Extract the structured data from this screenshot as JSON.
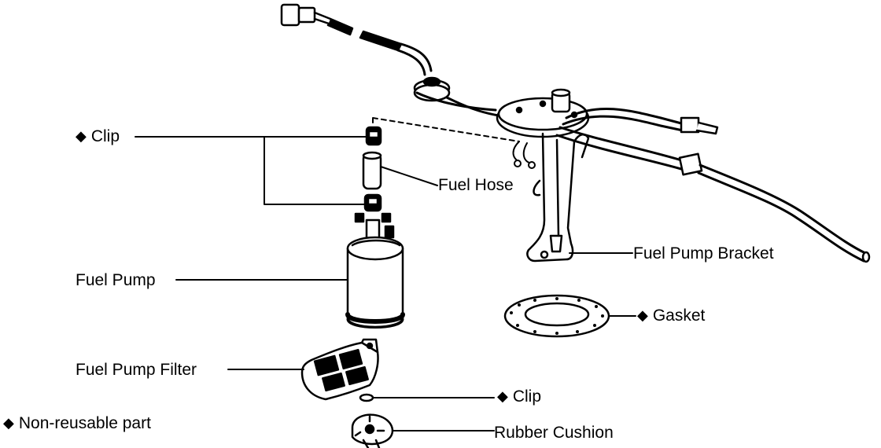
{
  "labels": {
    "clip_top": "Clip",
    "fuel_hose": "Fuel Hose",
    "fuel_pump": "Fuel Pump",
    "fuel_pump_bracket": "Fuel Pump Bracket",
    "gasket": "Gasket",
    "fuel_pump_filter": "Fuel Pump Filter",
    "clip_bottom": "Clip",
    "rubber_cushion": "Rubber Cushion"
  },
  "legend": {
    "symbol": "◆",
    "text": "Non-reusable part"
  },
  "non_reusable_marker": "◆"
}
